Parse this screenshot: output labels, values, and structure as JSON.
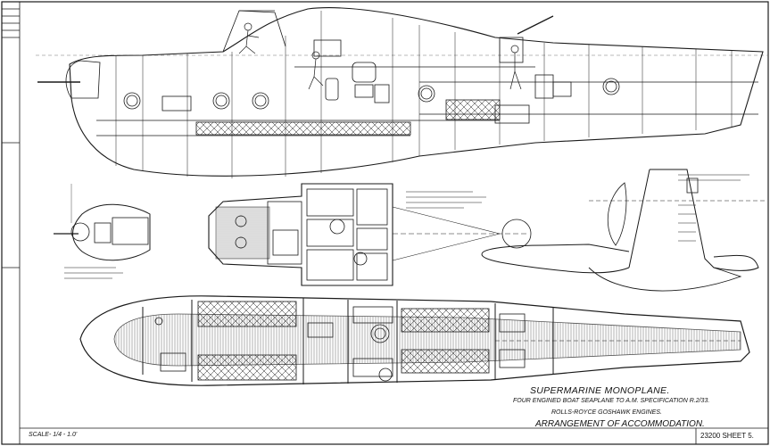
{
  "title_block": {
    "title": "SUPERMARINE MONOPLANE.",
    "subtitle_spec": "FOUR ENGINED BOAT SEAPLANE TO A.M. SPECIFICATION R.2/33.",
    "subtitle_engines": "ROLLS-ROYCE GOSHAWK ENGINES.",
    "subtitle_arrangement": "ARRANGEMENT OF ACCOMMODATION.",
    "drawing_number": "23200 SHEET 5.",
    "scale": "SCALE- 1/4 - 1.0'"
  },
  "colors": {
    "ink": "#1a1a1a",
    "paper": "#ffffff"
  }
}
